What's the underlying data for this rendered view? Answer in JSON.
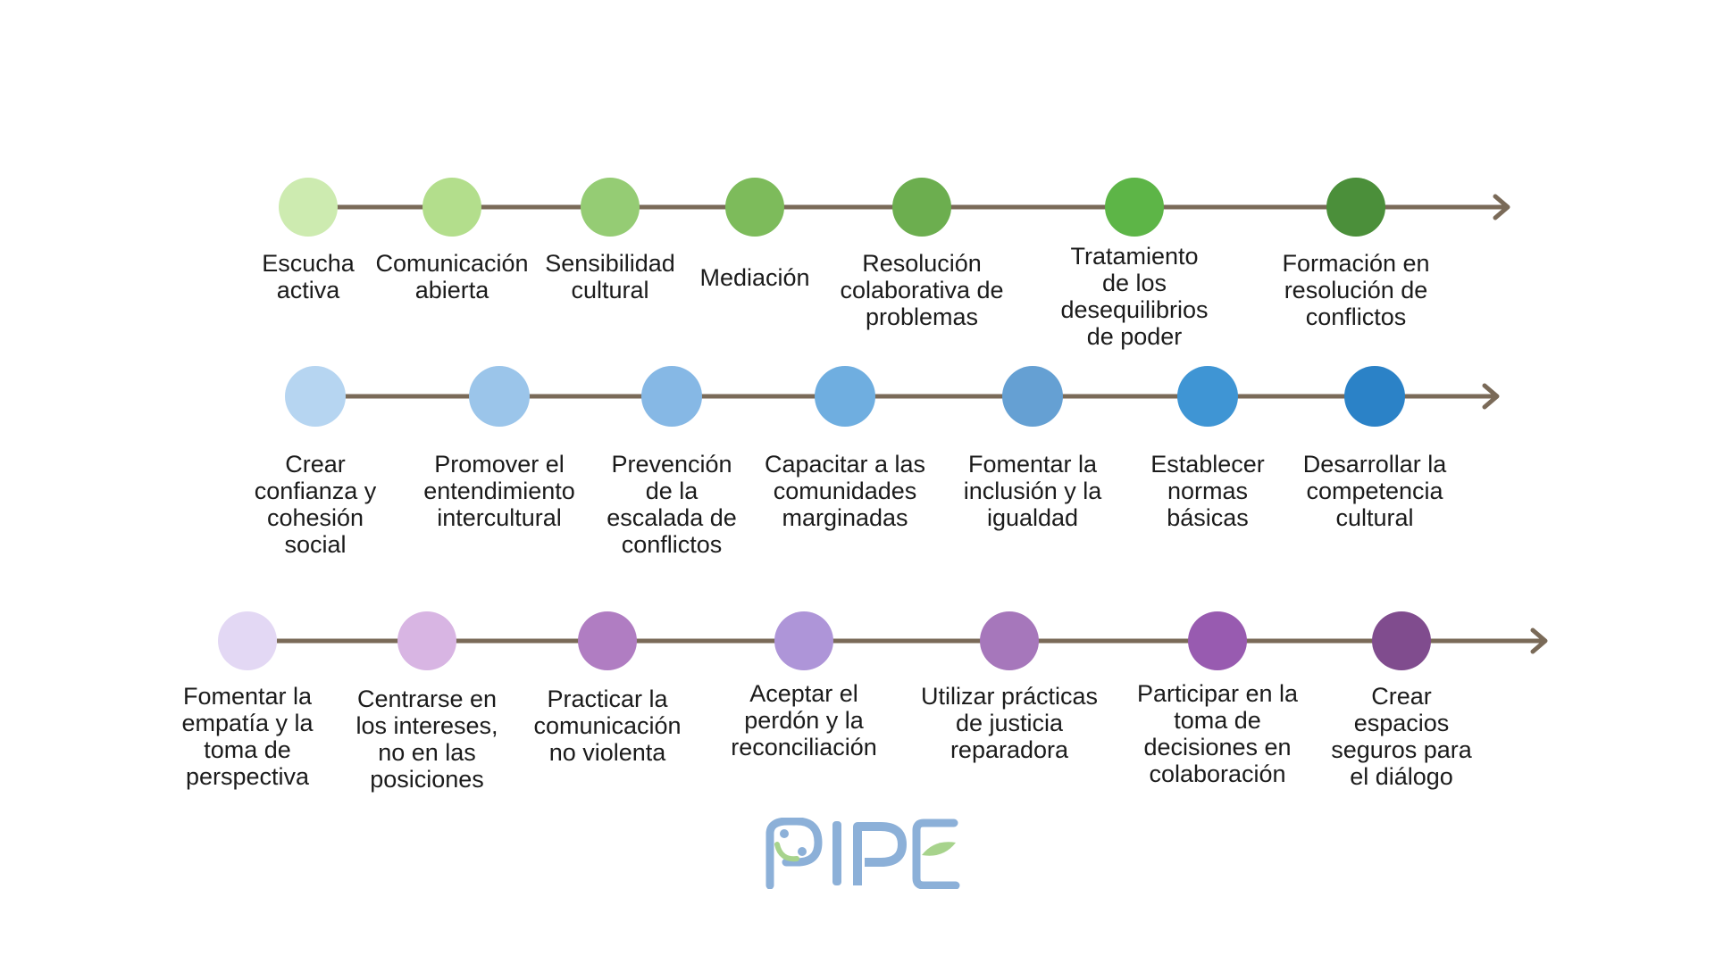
{
  "rows": [
    {
      "id": "green",
      "nodes": [
        {
          "label": "Escucha\nactiva",
          "color": "#cdebb0"
        },
        {
          "label": "Comunicación\nabierta",
          "color": "#b3de8c"
        },
        {
          "label": "Sensibilidad\ncultural",
          "color": "#95cc74"
        },
        {
          "label": "Mediación",
          "color": "#7dbb5b"
        },
        {
          "label": "Resolución\ncolaborativa de\nproblemas",
          "color": "#6cae4f"
        },
        {
          "label": "Tratamiento\nde los\ndesequilibrios\nde poder",
          "color": "#5db547"
        },
        {
          "label": "Formación en\nresolución de\nconflictos",
          "color": "#4b8f3a"
        }
      ]
    },
    {
      "id": "blue",
      "nodes": [
        {
          "label": "Crear\nconfianza y\ncohesión\nsocial",
          "color": "#b6d5f1"
        },
        {
          "label": "Promover el\nentendimiento\nintercultural",
          "color": "#9bc5ea"
        },
        {
          "label": "Prevención\nde la\nescalada de\nconflictos",
          "color": "#86b8e5"
        },
        {
          "label": "Capacitar a las\ncomunidades\nmarginadas",
          "color": "#6faee0"
        },
        {
          "label": "Fomentar la\ninclusión y la\nigualdad",
          "color": "#65a0d3"
        },
        {
          "label": "Establecer\nnormas\nbásicas",
          "color": "#3f95d4"
        },
        {
          "label": "Desarrollar la\ncompetencia\ncultural",
          "color": "#2b82c7"
        }
      ]
    },
    {
      "id": "purple",
      "nodes": [
        {
          "label": "Fomentar la\nempatía y la\ntoma de\nperspectiva",
          "color": "#e3d8f4"
        },
        {
          "label": "Centrarse en\nlos intereses,\nno en las\nposiciones",
          "color": "#d8b5e3"
        },
        {
          "label": "Practicar la\ncomunicación\nno violenta",
          "color": "#b07dc2"
        },
        {
          "label": "Aceptar el\nperdón y la\nreconciliación",
          "color": "#ae95d8"
        },
        {
          "label": "Utilizar prácticas\nde justicia\nreparadora",
          "color": "#a677bb"
        },
        {
          "label": "Participar en la\ntoma de\ndecisiones en\ncolaboración",
          "color": "#985bb0"
        },
        {
          "label": "Crear\nespacios\nseguros para\nel diálogo",
          "color": "#804c8e"
        }
      ]
    }
  ],
  "line_color": "#7a6a58",
  "logo": {
    "text": "PIPE",
    "colors": {
      "blue": "#8cb0d8",
      "green": "#a7d38c"
    }
  }
}
